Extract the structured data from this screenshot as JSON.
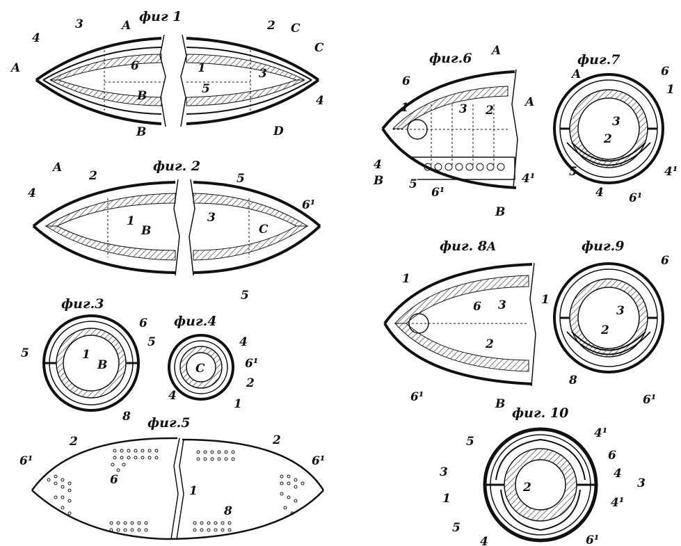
{
  "colors": {
    "ink": "#111111",
    "paper": "#ffffff",
    "hatch": "#777777"
  },
  "figures": {
    "f1": {
      "title": "фиг 1",
      "labels": [
        "A",
        "3",
        "4",
        "A",
        "6",
        "B",
        "B",
        "2",
        "C",
        "C",
        "1",
        "3",
        "5",
        "4",
        "D"
      ]
    },
    "f2": {
      "title": "фиг. 2",
      "labels": [
        "A",
        "2",
        "4",
        "1",
        "B",
        "5",
        "3",
        "6¹",
        "C",
        "5"
      ]
    },
    "f3": {
      "title": "фиг.3",
      "labels": [
        "6",
        "5",
        "1",
        "B",
        "5",
        "8"
      ]
    },
    "f4": {
      "title": "фиг.4",
      "labels": [
        "4",
        "C",
        "6¹",
        "2",
        "4",
        "1"
      ]
    },
    "f5": {
      "title": "фиг.5",
      "labels": [
        "2",
        "6¹",
        "6",
        "1",
        "8",
        "2",
        "6¹"
      ]
    },
    "f6": {
      "title": "фиг.6",
      "labels": [
        "A",
        "6",
        "1",
        "3",
        "2",
        "A",
        "4",
        "B",
        "5",
        "6¹",
        "4¹",
        "B"
      ]
    },
    "f7": {
      "title": "фиг.7",
      "labels": [
        "A",
        "6",
        "1",
        "3",
        "2",
        "5",
        "4",
        "6¹",
        "4¹"
      ]
    },
    "f8": {
      "title": "фиг. 8",
      "labels": [
        "A",
        "1",
        "6",
        "3",
        "2",
        "6¹",
        "B"
      ]
    },
    "f9": {
      "title": "фиг.9",
      "labels": [
        "6",
        "1",
        "3",
        "2",
        "8",
        "6¹"
      ]
    },
    "f10": {
      "title": "фиг. 10",
      "labels": [
        "5",
        "4¹",
        "6",
        "3",
        "4",
        "3",
        "2",
        "1",
        "4¹",
        "5",
        "4",
        "6¹"
      ]
    }
  }
}
